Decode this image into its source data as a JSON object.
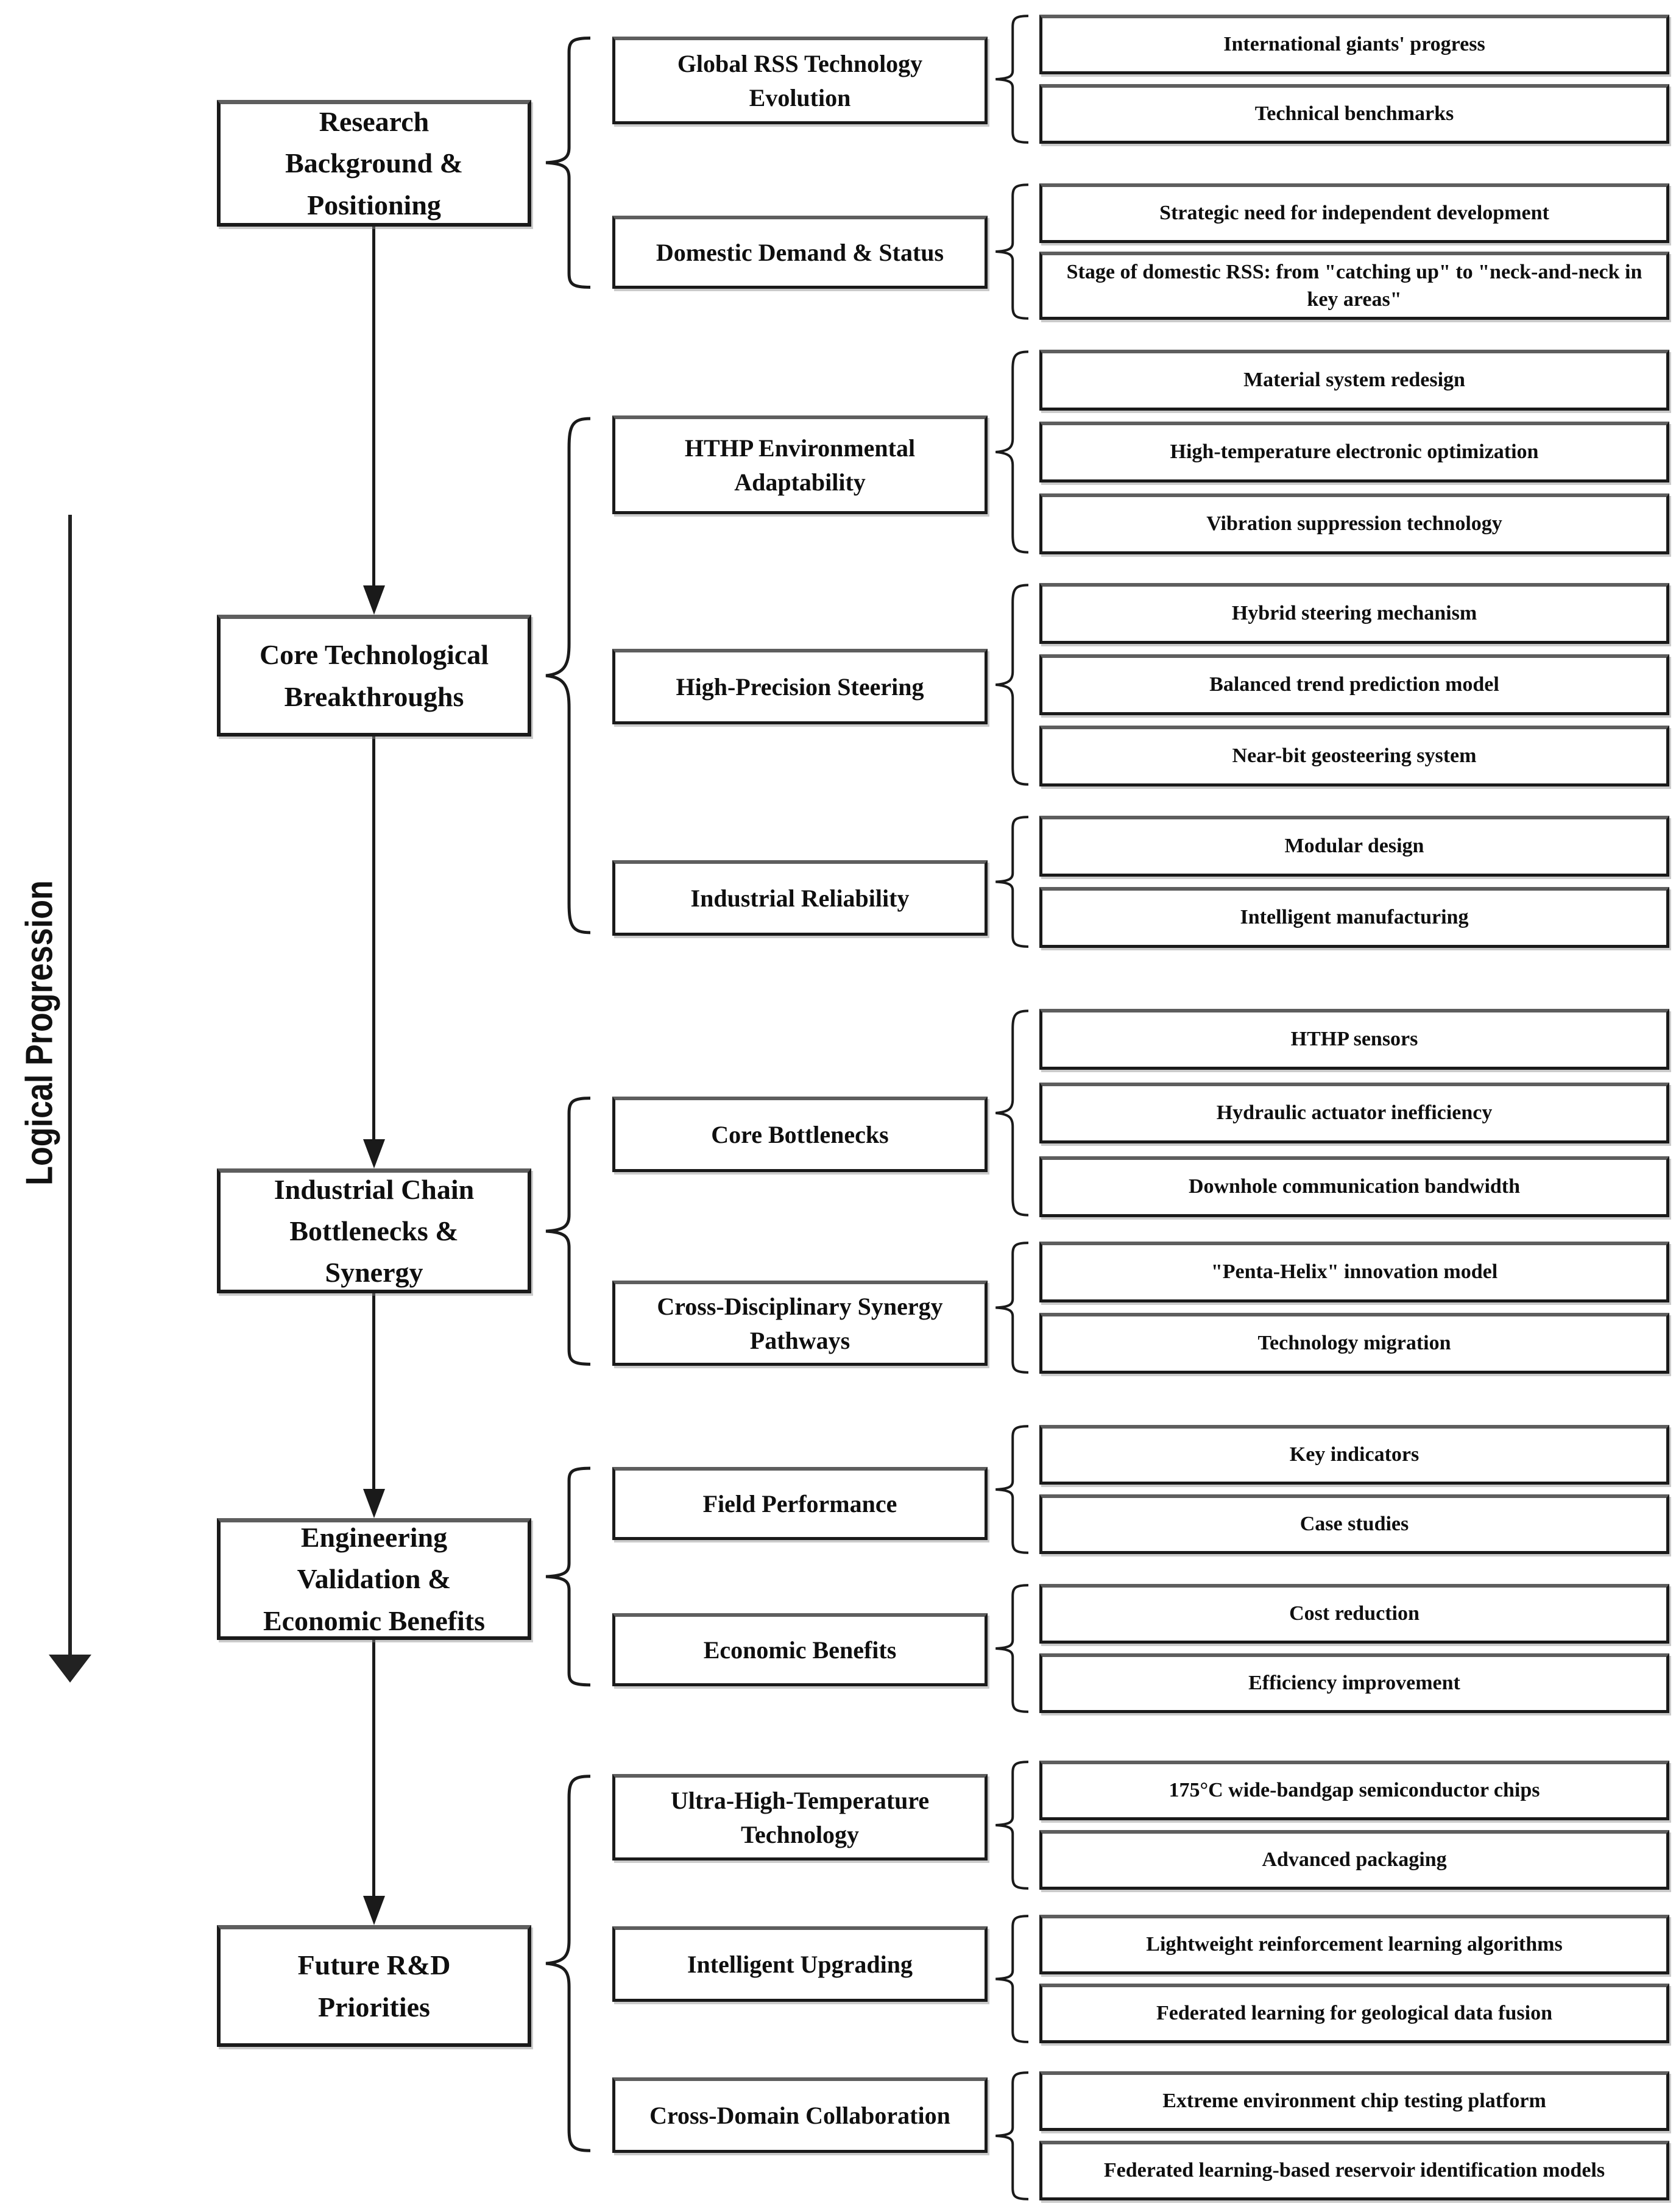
{
  "side": {
    "label": "Logical Progression"
  },
  "colors": {
    "background": "#ffffff",
    "box_border": "#1a1a1a",
    "box_border_top": "#5e5e5e",
    "box_shadow_gray": "#8c8c8c",
    "text": "#0f0f0f"
  },
  "sections": [
    {
      "title": "Research\nBackground &\nPositioning",
      "groups": [
        {
          "title": "Global RSS Technology\nEvolution",
          "items": [
            "International giants' progress",
            "Technical benchmarks"
          ]
        },
        {
          "title": "Domestic Demand & Status",
          "items": [
            "Strategic need for independent development",
            "Stage of domestic RSS: from \"catching up\" to \"neck-and-neck in key areas\""
          ]
        }
      ]
    },
    {
      "title": "Core Technological\nBreakthroughs",
      "groups": [
        {
          "title": "HTHP Environmental\nAdaptability",
          "items": [
            "Material system redesign",
            "High-temperature electronic optimization",
            "Vibration suppression technology"
          ]
        },
        {
          "title": "High-Precision Steering",
          "items": [
            "Hybrid steering mechanism",
            "Balanced trend prediction model",
            "Near-bit geosteering system"
          ]
        },
        {
          "title": "Industrial Reliability",
          "items": [
            "Modular design",
            "Intelligent manufacturing"
          ]
        }
      ]
    },
    {
      "title": "Industrial Chain\nBottlenecks &\nSynergy",
      "groups": [
        {
          "title": "Core Bottlenecks",
          "items": [
            "HTHP sensors",
            "Hydraulic actuator inefficiency",
            "Downhole communication bandwidth"
          ]
        },
        {
          "title": "Cross-Disciplinary Synergy\nPathways",
          "items": [
            "\"Penta-Helix\" innovation model",
            "Technology migration"
          ]
        }
      ]
    },
    {
      "title": "Engineering\nValidation &\nEconomic Benefits",
      "groups": [
        {
          "title": "Field Performance",
          "items": [
            "Key indicators",
            "Case studies"
          ]
        },
        {
          "title": "Economic Benefits",
          "items": [
            "Cost reduction",
            "Efficiency improvement"
          ]
        }
      ]
    },
    {
      "title": "Future R&D\nPriorities",
      "groups": [
        {
          "title": "Ultra-High-Temperature\nTechnology",
          "items": [
            "175°C wide-bandgap semiconductor chips",
            "Advanced packaging"
          ]
        },
        {
          "title": "Intelligent Upgrading",
          "items": [
            "Lightweight reinforcement learning algorithms",
            "Federated learning for geological data fusion"
          ]
        },
        {
          "title": "Cross-Domain Collaboration",
          "items": [
            "Extreme environment chip testing platform",
            "Federated learning-based reservoir identification models"
          ]
        }
      ]
    }
  ]
}
